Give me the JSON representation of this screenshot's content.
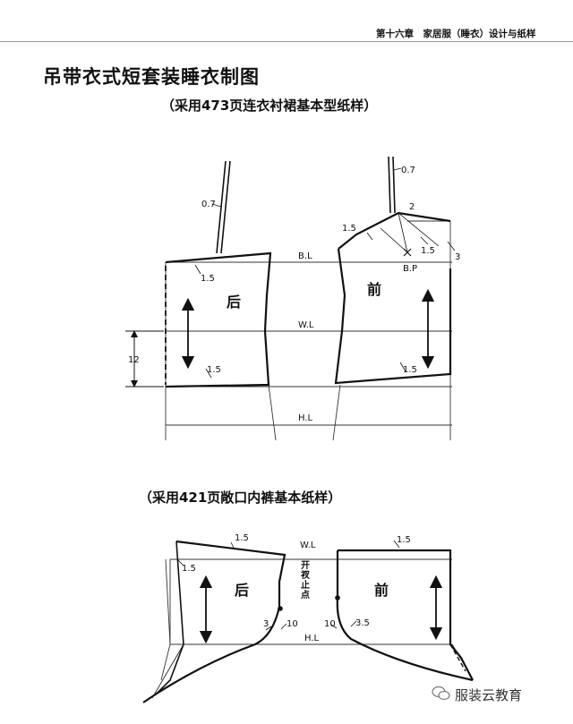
{
  "header": {
    "chapter": "第十六章　家居服（睡衣）设计与纸样"
  },
  "title": "吊带衣式短套装睡衣制图",
  "subtitle_top": "（采用473页连衣衬裙基本型纸样）",
  "subtitle_bottom": "（采用421页敞口内裤基本纸样）",
  "top_labels": {
    "bl": "B.L",
    "wl": "W.L",
    "hl": "H.L",
    "bp": "B.P",
    "back": "后",
    "front": "前",
    "back_strap": "0.7",
    "front_strap": "0.7",
    "back_top": "1.5",
    "back_hem": "1.5",
    "front_left": "1.5",
    "front_top_2": "2",
    "front_right_1_5": "1.5",
    "front_3": "3",
    "front_hem": "1.5",
    "hem_extension": "12"
  },
  "bottom_labels": {
    "wl": "W.L",
    "hl": "H.L",
    "back": "后",
    "front": "前",
    "back_top": "1.5",
    "back_side": "1.5",
    "front_top": "1.5",
    "slit_label": "开衩止点",
    "back_3": "3",
    "back_10": "10",
    "front_10": "10",
    "front_3_5": "3.5"
  },
  "watermark": "服装云教育"
}
